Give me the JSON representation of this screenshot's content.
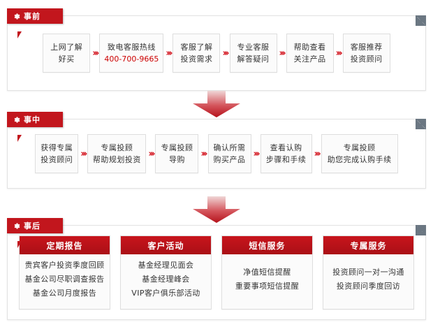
{
  "theme": {
    "accent_red": "#c2161d",
    "deep_red": "#aa0f16",
    "phone_red": "#cc0000",
    "panel_border": "#e2e2e2",
    "node_bg": "#fbfbfb",
    "fold_gray": "#6b7782"
  },
  "sections": [
    {
      "tab_label": "事前",
      "tab_icon": "gear-icon",
      "nodes": [
        {
          "lines": [
            "上网了解",
            "好买"
          ]
        },
        {
          "lines": [
            "致电客服热线"
          ],
          "phone": "400-700-9665"
        },
        {
          "lines": [
            "客服了解",
            "投资需求"
          ]
        },
        {
          "lines": [
            "专业客服",
            "解答疑问"
          ]
        },
        {
          "lines": [
            "帮助查看",
            "关注产品"
          ]
        },
        {
          "lines": [
            "客服推荐",
            "投资顾问"
          ]
        }
      ],
      "separator": "›››"
    },
    {
      "tab_label": "事中",
      "tab_icon": "gear-icon",
      "nodes": [
        {
          "lines": [
            "获得专属",
            "投资顾问"
          ]
        },
        {
          "lines": [
            "专属投顾",
            "帮助规划投资"
          ]
        },
        {
          "lines": [
            "专属投顾",
            "导购"
          ]
        },
        {
          "lines": [
            "确认所需",
            "购买产品"
          ]
        },
        {
          "lines": [
            "查看认购",
            "步骤和手续"
          ]
        },
        {
          "lines": [
            "专属投顾",
            "助您完成认购手续"
          ]
        }
      ],
      "separator": "›››"
    },
    {
      "tab_label": "事后",
      "tab_icon": "gear-icon",
      "cards": [
        {
          "title": "定期报告",
          "items": [
            "贵宾客户投资季度回顾",
            "基金公司尽职调查报告",
            "基金公司月度报告"
          ]
        },
        {
          "title": "客户活动",
          "items": [
            "基金经理见面会",
            "基金经理峰会",
            "VIP客户俱乐部活动"
          ]
        },
        {
          "title": "短信服务",
          "items": [
            "净值短信提醒",
            "重要事项短信提醒"
          ]
        },
        {
          "title": "专属服务",
          "items": [
            "投资顾问一对一沟通",
            "投资顾问季度回访"
          ]
        }
      ]
    }
  ],
  "connectors": [
    {
      "name": "down-arrow-1"
    },
    {
      "name": "down-arrow-2"
    }
  ]
}
